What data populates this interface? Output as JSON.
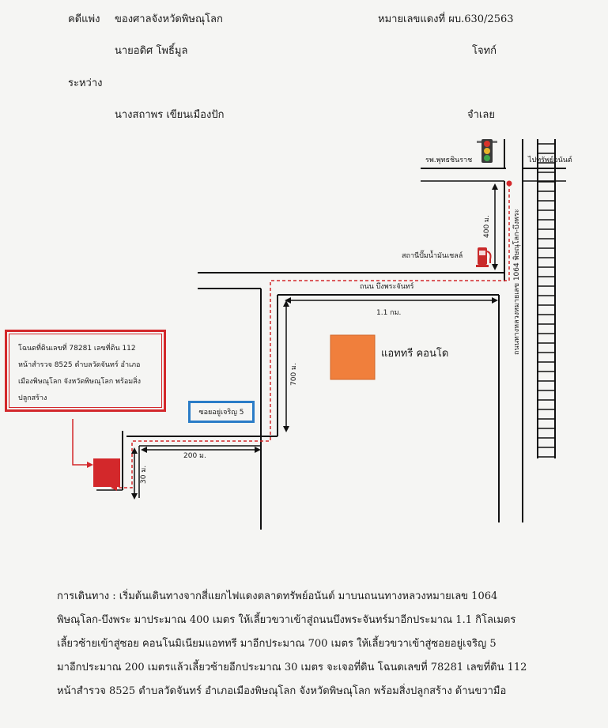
{
  "header": {
    "case_type": "คดีแพ่ง",
    "court": "ของศาลจังหวัดพิษณุโลก",
    "case_number": "หมายเลขแดงที่ ผบ.630/2563",
    "plaintiff_name": "นายอดิศ  โพธิ์มูล",
    "plaintiff_role": "โจทก์",
    "between": "ระหว่าง",
    "defendant_name": "นางสถาพร  เขียนเมืองปัก",
    "defendant_role": "จำเลย"
  },
  "map": {
    "hospital": "รพ.พุทธชินราช",
    "market": "ไปทรัพย์อนันต์",
    "highway": "ถนนทางหลวงหมายเลข 1064 พิษณุโลก-บึงพระ",
    "dist_400": "400 ม.",
    "gas_station": "สถานีปั๊มน้ำมันเชลล์",
    "road_bueng": "ถนน บึงพระจันทร์",
    "dist_1_1": "1.1 กม.",
    "dist_700": "700 ม.",
    "condo": "แอททรี  คอนโด",
    "soi": "ซอยอยู่เจริญ 5",
    "dist_200": "200 ม.",
    "dist_30": "30 ม.",
    "land_box": {
      "line1": "โฉนดที่ดินเลขที่ 78281 เลขที่ดิน 112",
      "line2": "หน้าสำรวจ 8525 ตำบลวัดจันทร์ อำเภอ",
      "line3": "เมืองพิษณุโลก จังหวัดพิษณุโลก พร้อมสิ่ง",
      "line4": "ปลูกสร้าง"
    },
    "colors": {
      "route": "#d3282b",
      "condo": "#f07f3c",
      "land": "#d3282b",
      "soi_box": "#2a7cc7"
    }
  },
  "caption": {
    "line1": "การเดินทาง : เริ่มต้นเดินทางจากสี่แยกไฟแดงตลาดทรัพย์อนันต์ มาบนถนนทางหลวงหมายเลข 1064",
    "line2": "พิษณุโลก-บึงพระ มาประมาณ 400 เมตร ให้เลี้ยวขวาเข้าสู่ถนนบึงพระจันทร์มาอีกประมาณ 1.1 กิโลเมตร",
    "line3": "เลี้ยวซ้ายเข้าสู่ซอย คอนโนมิเนียมแอททรี มาอีกประมาณ 700 เมตร ให้เลี้ยวขวาเข้าสู่ซอยอยู่เจริญ 5",
    "line4": "มาอีกประมาณ 200 เมตรแล้วเลี้ยวซ้ายอีกประมาณ 30 เมตร จะเจอที่ดิน โฉนดเลขที่ 78281 เลขที่ดิน 112",
    "line5": "หน้าสำรวจ 8525 ตำบลวัดจันทร์  อำเภอเมืองพิษณุโลก จังหวัดพิษณุโลก พร้อมสิ่งปลูกสร้าง ด้านขวามือ"
  }
}
